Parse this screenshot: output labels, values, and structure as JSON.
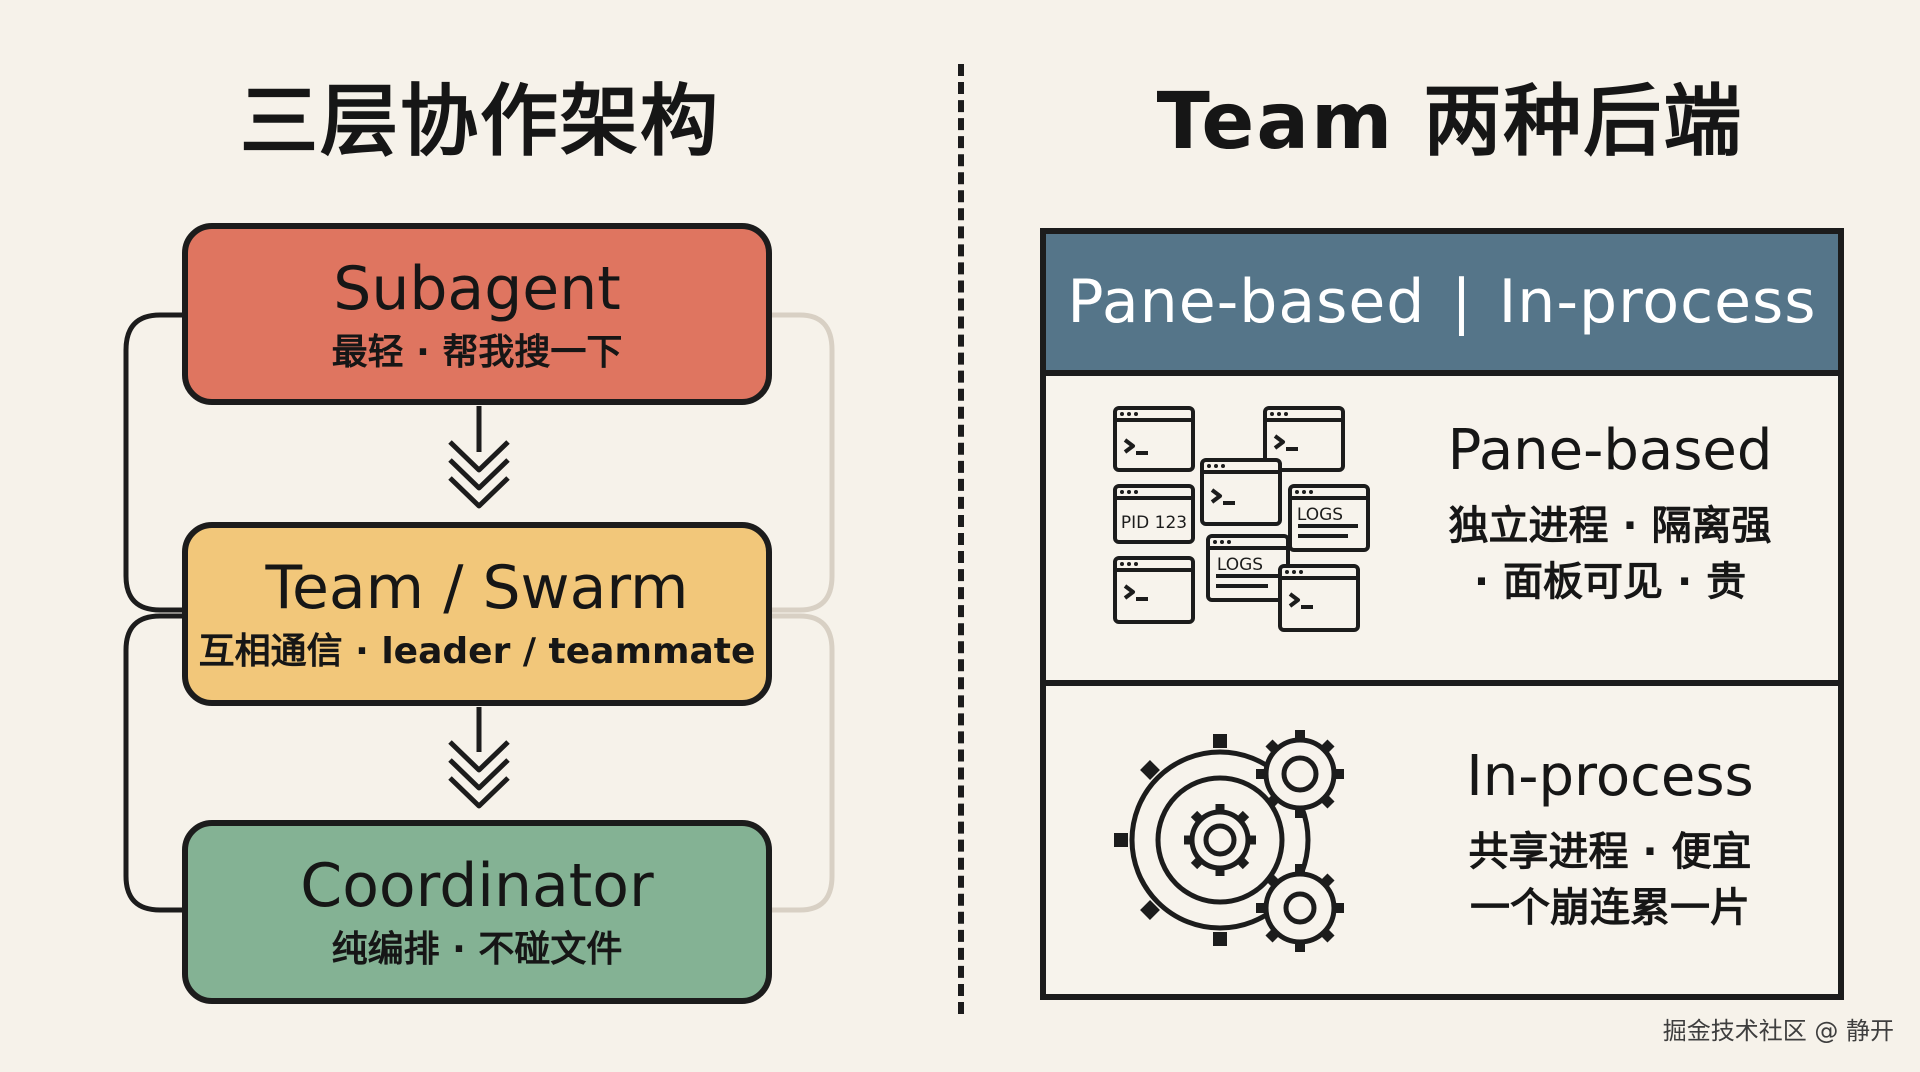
{
  "left": {
    "title": "三层协作架构",
    "tiers": [
      {
        "name": "Subagent",
        "desc": "最轻 · 帮我搜一下",
        "color": "#df7560"
      },
      {
        "name": "Team / Swarm",
        "desc": "互相通信 · leader / teammate",
        "color": "#f2c77a"
      },
      {
        "name": "Coordinator",
        "desc": "纯编排 · 不碰文件",
        "color": "#84b294"
      }
    ]
  },
  "right": {
    "title": "Team 两种后端",
    "header": {
      "left": "Pane-based",
      "separator": "|",
      "right": "In-process",
      "color": "#557589"
    },
    "backends": [
      {
        "title": "Pane-based",
        "desc_line1": "独立进程 · 隔离强",
        "desc_line2": "· 面板可见 · 贵",
        "icon": "terminal-windows-icon",
        "window_labels": {
          "pid": "PID 123",
          "logs": "LOGS"
        }
      },
      {
        "title": "In-process",
        "desc_line1": "共享进程 · 便宜",
        "desc_line2": "一个崩连累一片",
        "icon": "gears-icon"
      }
    ]
  },
  "watermark": "掘金技术社区 @ 静开"
}
